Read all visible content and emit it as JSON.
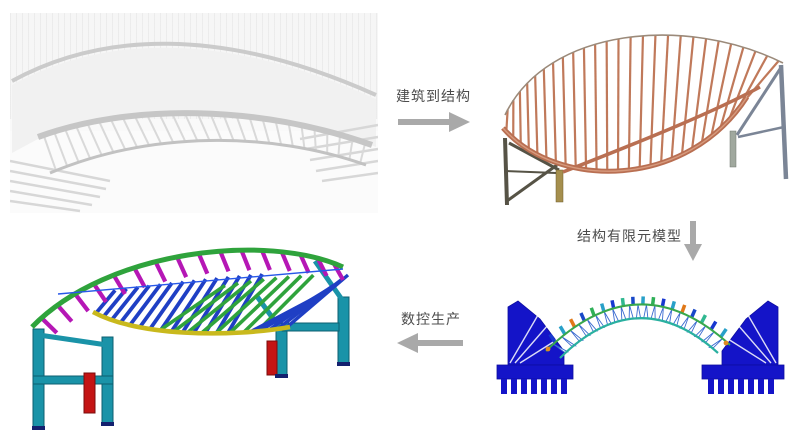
{
  "page": {
    "background": "#ffffff"
  },
  "workflow": {
    "arrow_color": "#a9a9a9",
    "label_color": "#4c4c4c",
    "steps": [
      {
        "id": "architecture-to-structure",
        "label": "建筑到结构",
        "arrow_direction": "right"
      },
      {
        "id": "structural-fem-model",
        "label": "结构有限元模型",
        "arrow_direction": "down"
      },
      {
        "id": "cnc-production",
        "label": "数控生产",
        "arrow_direction": "left"
      }
    ]
  },
  "figures": {
    "architectural_render": {
      "name": "architectural-rendering",
      "style": "grayscale 3D render of arched canopy bridge with ribbed fins and stepped terraces",
      "palette": [
        "#f6f6f6",
        "#cbcbcb",
        "#d9d9d9"
      ]
    },
    "structural_model": {
      "name": "structural-wireframe-model",
      "style": "copper tube fan-arch frame with steel supports",
      "palette": [
        "#c0795a",
        "#b96f52",
        "#565346",
        "#7b8596",
        "#a58f4e"
      ]
    },
    "fem_model": {
      "name": "finite-element-analysis-model",
      "style": "blue pedestal arch FEM stress plot with rainbow contour fins",
      "palette": [
        "#1414c8",
        "#2ab0a0",
        "#38a84c",
        "#3a6ad0",
        "#e07818"
      ]
    },
    "fabrication_model": {
      "name": "cnc-fabrication-model",
      "style": "multicolor CAD detailing model: teal frames, magenta and blue slats, green arch, yellow chord, red posts",
      "palette": [
        "#1a93a8",
        "#b517b5",
        "#1f3fc4",
        "#2fa33c",
        "#c9b91d",
        "#c41414"
      ]
    }
  }
}
